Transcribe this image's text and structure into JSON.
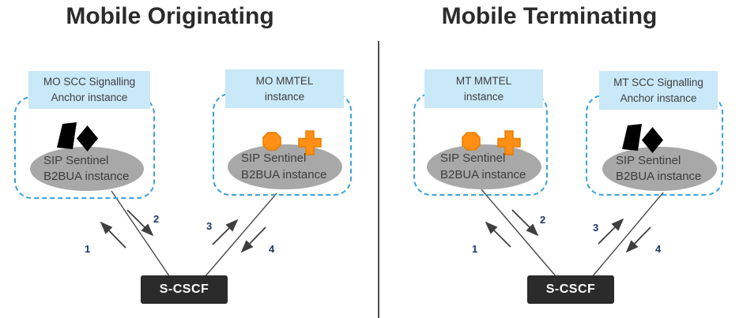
{
  "colors": {
    "title_text": "#2b2b2b",
    "body_text": "#3f3f3f",
    "label_bg": "#c9e8f8",
    "dashed_border": "#3ba0d8",
    "ellipse_fill": "#a8a8a8",
    "ellipse_text": "#3d3d3d",
    "scscf_bg": "#2b2b2b",
    "scscf_text": "#ffffff",
    "number_text": "#1f3864",
    "line_color": "#4a4a4a",
    "icon_black": "#000000",
    "icon_orange": "#ff9015",
    "icon_orange_border": "#ea7c00",
    "divider": "#4d4d4d"
  },
  "ellipse": {
    "line1": "SIP Sentinel",
    "line2": "B2BUA instance"
  },
  "left_panel": {
    "title": "Mobile Originating",
    "scc_anchor": {
      "label_line1": "MO SCC Signalling",
      "label_line2": "Anchor instance"
    },
    "mmtel": {
      "label_line1": "MO MMTEL",
      "label_line2": "instance"
    },
    "scscf_label": "S-CSCF",
    "flow_numbers": [
      "1",
      "2",
      "3",
      "4"
    ]
  },
  "right_panel": {
    "title": "Mobile Terminating",
    "mmtel": {
      "label_line1": "MT MMTEL",
      "label_line2": "instance"
    },
    "scc_anchor": {
      "label_line1": "MT SCC Signalling",
      "label_line2": "Anchor instance"
    },
    "scscf_label": "S-CSCF",
    "flow_numbers": [
      "1",
      "2",
      "3",
      "4"
    ]
  },
  "icons": {
    "scc_anchor": [
      "parallelogram-icon",
      "diamond-icon"
    ],
    "mmtel": [
      "octagon-icon",
      "cross-icon"
    ]
  }
}
